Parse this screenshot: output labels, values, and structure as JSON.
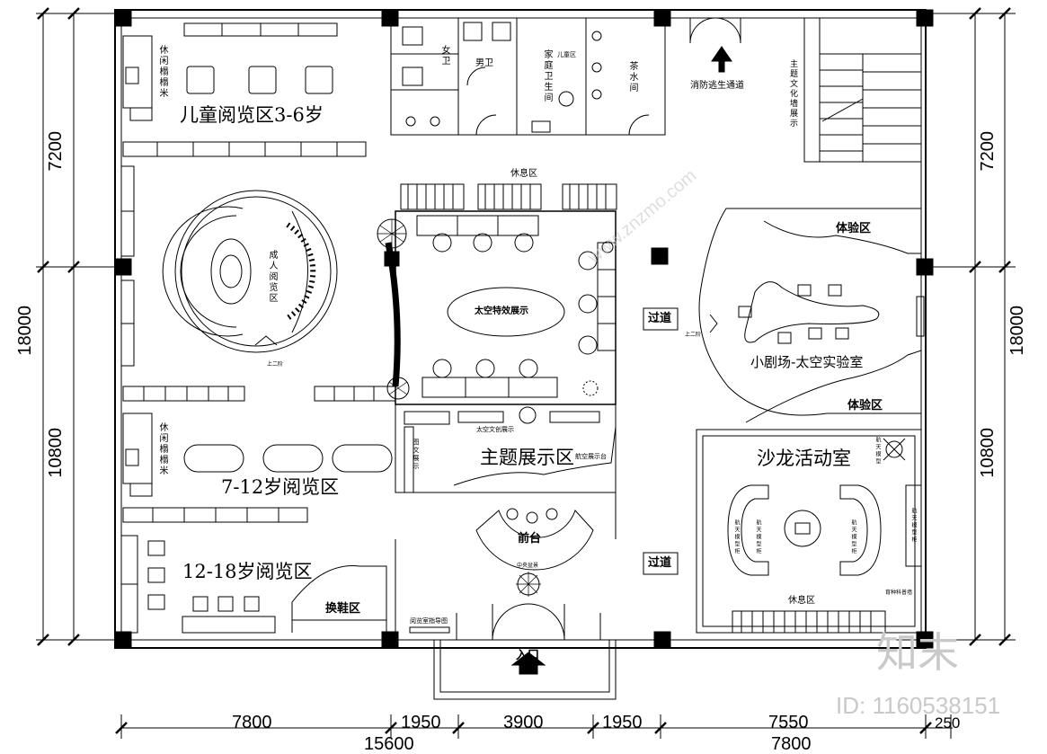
{
  "zones": {
    "kids_3_6": "儿童阅览区3-6岁",
    "kids_7_12": "7-12岁阅览区",
    "teen_12_18": "12-18岁阅览区",
    "shoe_change": "换鞋区",
    "theme_display": "主题展示区",
    "salon": "沙龙活动室",
    "theater": "小剧场-太空实验室",
    "adult_reading": "成人阅览区",
    "front_desk": "前台",
    "entrance": "入口",
    "rest_top": "休息区",
    "rest_salon": "休息区",
    "experience_top": "体验区",
    "experience_bottom": "体验区",
    "corridor_1": "过道",
    "corridor_2": "过道",
    "space_effect": "太空特效展示",
    "space_creative": "太空文创展示",
    "aero_display": "航空展示台",
    "fire_exit": "消防逃生通道",
    "women_wc": "女卫",
    "men_wc": "男卫",
    "family_wc": "家庭卫生间",
    "tea_room": "茶水间",
    "child_area": "儿童区",
    "tatami_1": "休闲榻榻米",
    "tatami_2": "休闲榻榻米",
    "culture_wall": "主题文化墙展示",
    "graphic_display": "图文展示",
    "guide_map": "阅览室指导图",
    "upstairs_1": "上二阶",
    "upstairs_2": "上二阶",
    "education_wall": "育种科普墙",
    "space_model_1": "航天模型柜",
    "space_model_2": "航天模型柜",
    "space_model_3": "航天模型柜",
    "space_model_4": "航天模型柜",
    "space_model_5": "航天模型",
    "center_gravity": "中央盆景"
  },
  "dimensions": {
    "left_top": "7200",
    "left_total": "18000",
    "left_bottom": "10800",
    "right_top": "7200",
    "right_total": "18000",
    "right_bottom": "10800",
    "bottom_1": "7800",
    "bottom_2": "1950",
    "bottom_3": "3900",
    "bottom_4": "1950",
    "bottom_5": "7550",
    "bottom_6": "250",
    "bottom_total_left": "15600",
    "bottom_total_right": "7800"
  },
  "watermarks": {
    "brand": "知末",
    "id": "ID: 1160538151",
    "site": "www.znzmo.com"
  }
}
